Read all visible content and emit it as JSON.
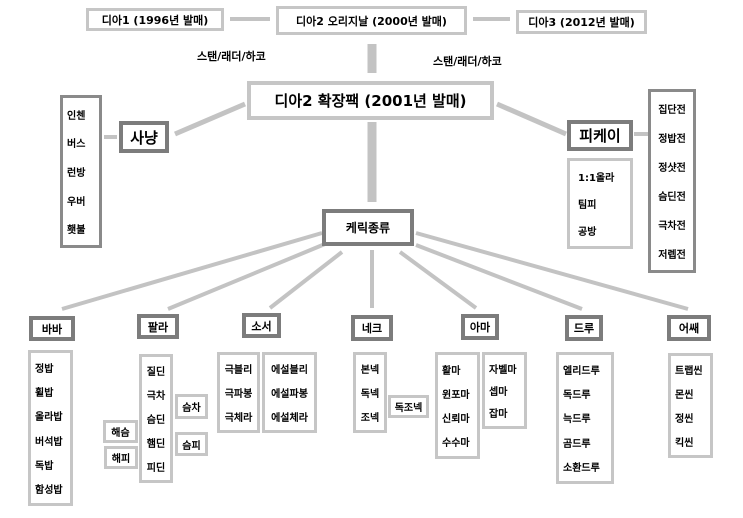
{
  "top": {
    "d1": "디아1 (1996년 발매)",
    "d2": "디아2 오리지날 (2000년 발매)",
    "d3": "디아3 (2012년 발매)",
    "mode_left": "스탠/래더/하코",
    "mode_right": "스탠/래더/하코"
  },
  "expansion": "디아2 확장팩 (2001년 발매)",
  "hunting": {
    "label": "사냥",
    "items": [
      "인첸",
      "버스",
      "런방",
      "우버",
      "횃불"
    ]
  },
  "pk": {
    "label": "피케이",
    "modes": [
      "1:1올라",
      "팀피",
      "공방"
    ],
    "types": [
      "집단전",
      "정밥전",
      "정샷전",
      "슴딘전",
      "극차전",
      "저렙전"
    ]
  },
  "classes_title": "케릭종류",
  "classes": {
    "barb": {
      "label": "바바",
      "items": [
        "정밥",
        "휠밥",
        "올라밥",
        "버석밥",
        "독밥",
        "함성밥"
      ]
    },
    "pala": {
      "label": "팔라",
      "items": [
        "질딘",
        "극차",
        "슴딘",
        "햄딘",
        "피딘"
      ],
      "left": [
        "해슴",
        "해피"
      ],
      "right": [
        "슴차",
        "슴피"
      ]
    },
    "sorc": {
      "label": "소서",
      "items": [
        "극블리",
        "극파봉",
        "극체라"
      ],
      "items2": [
        "에설블리",
        "에설파봉",
        "에설체라"
      ]
    },
    "necro": {
      "label": "네크",
      "items": [
        "본넥",
        "독넥",
        "조넥"
      ],
      "extra": "독조넥"
    },
    "ama": {
      "label": "아마",
      "items": [
        "활마",
        "윈포마",
        "신뢰마",
        "수수마"
      ],
      "items2": [
        "자벨마",
        "셉마",
        "잡마"
      ]
    },
    "druid": {
      "label": "드루",
      "items": [
        "엘리드루",
        "독드루",
        "늑드루",
        "곰드루",
        "소환드루"
      ]
    },
    "assa": {
      "label": "어쌔",
      "items": [
        "트랩씬",
        "몬씬",
        "정씬",
        "킥씬"
      ]
    }
  }
}
